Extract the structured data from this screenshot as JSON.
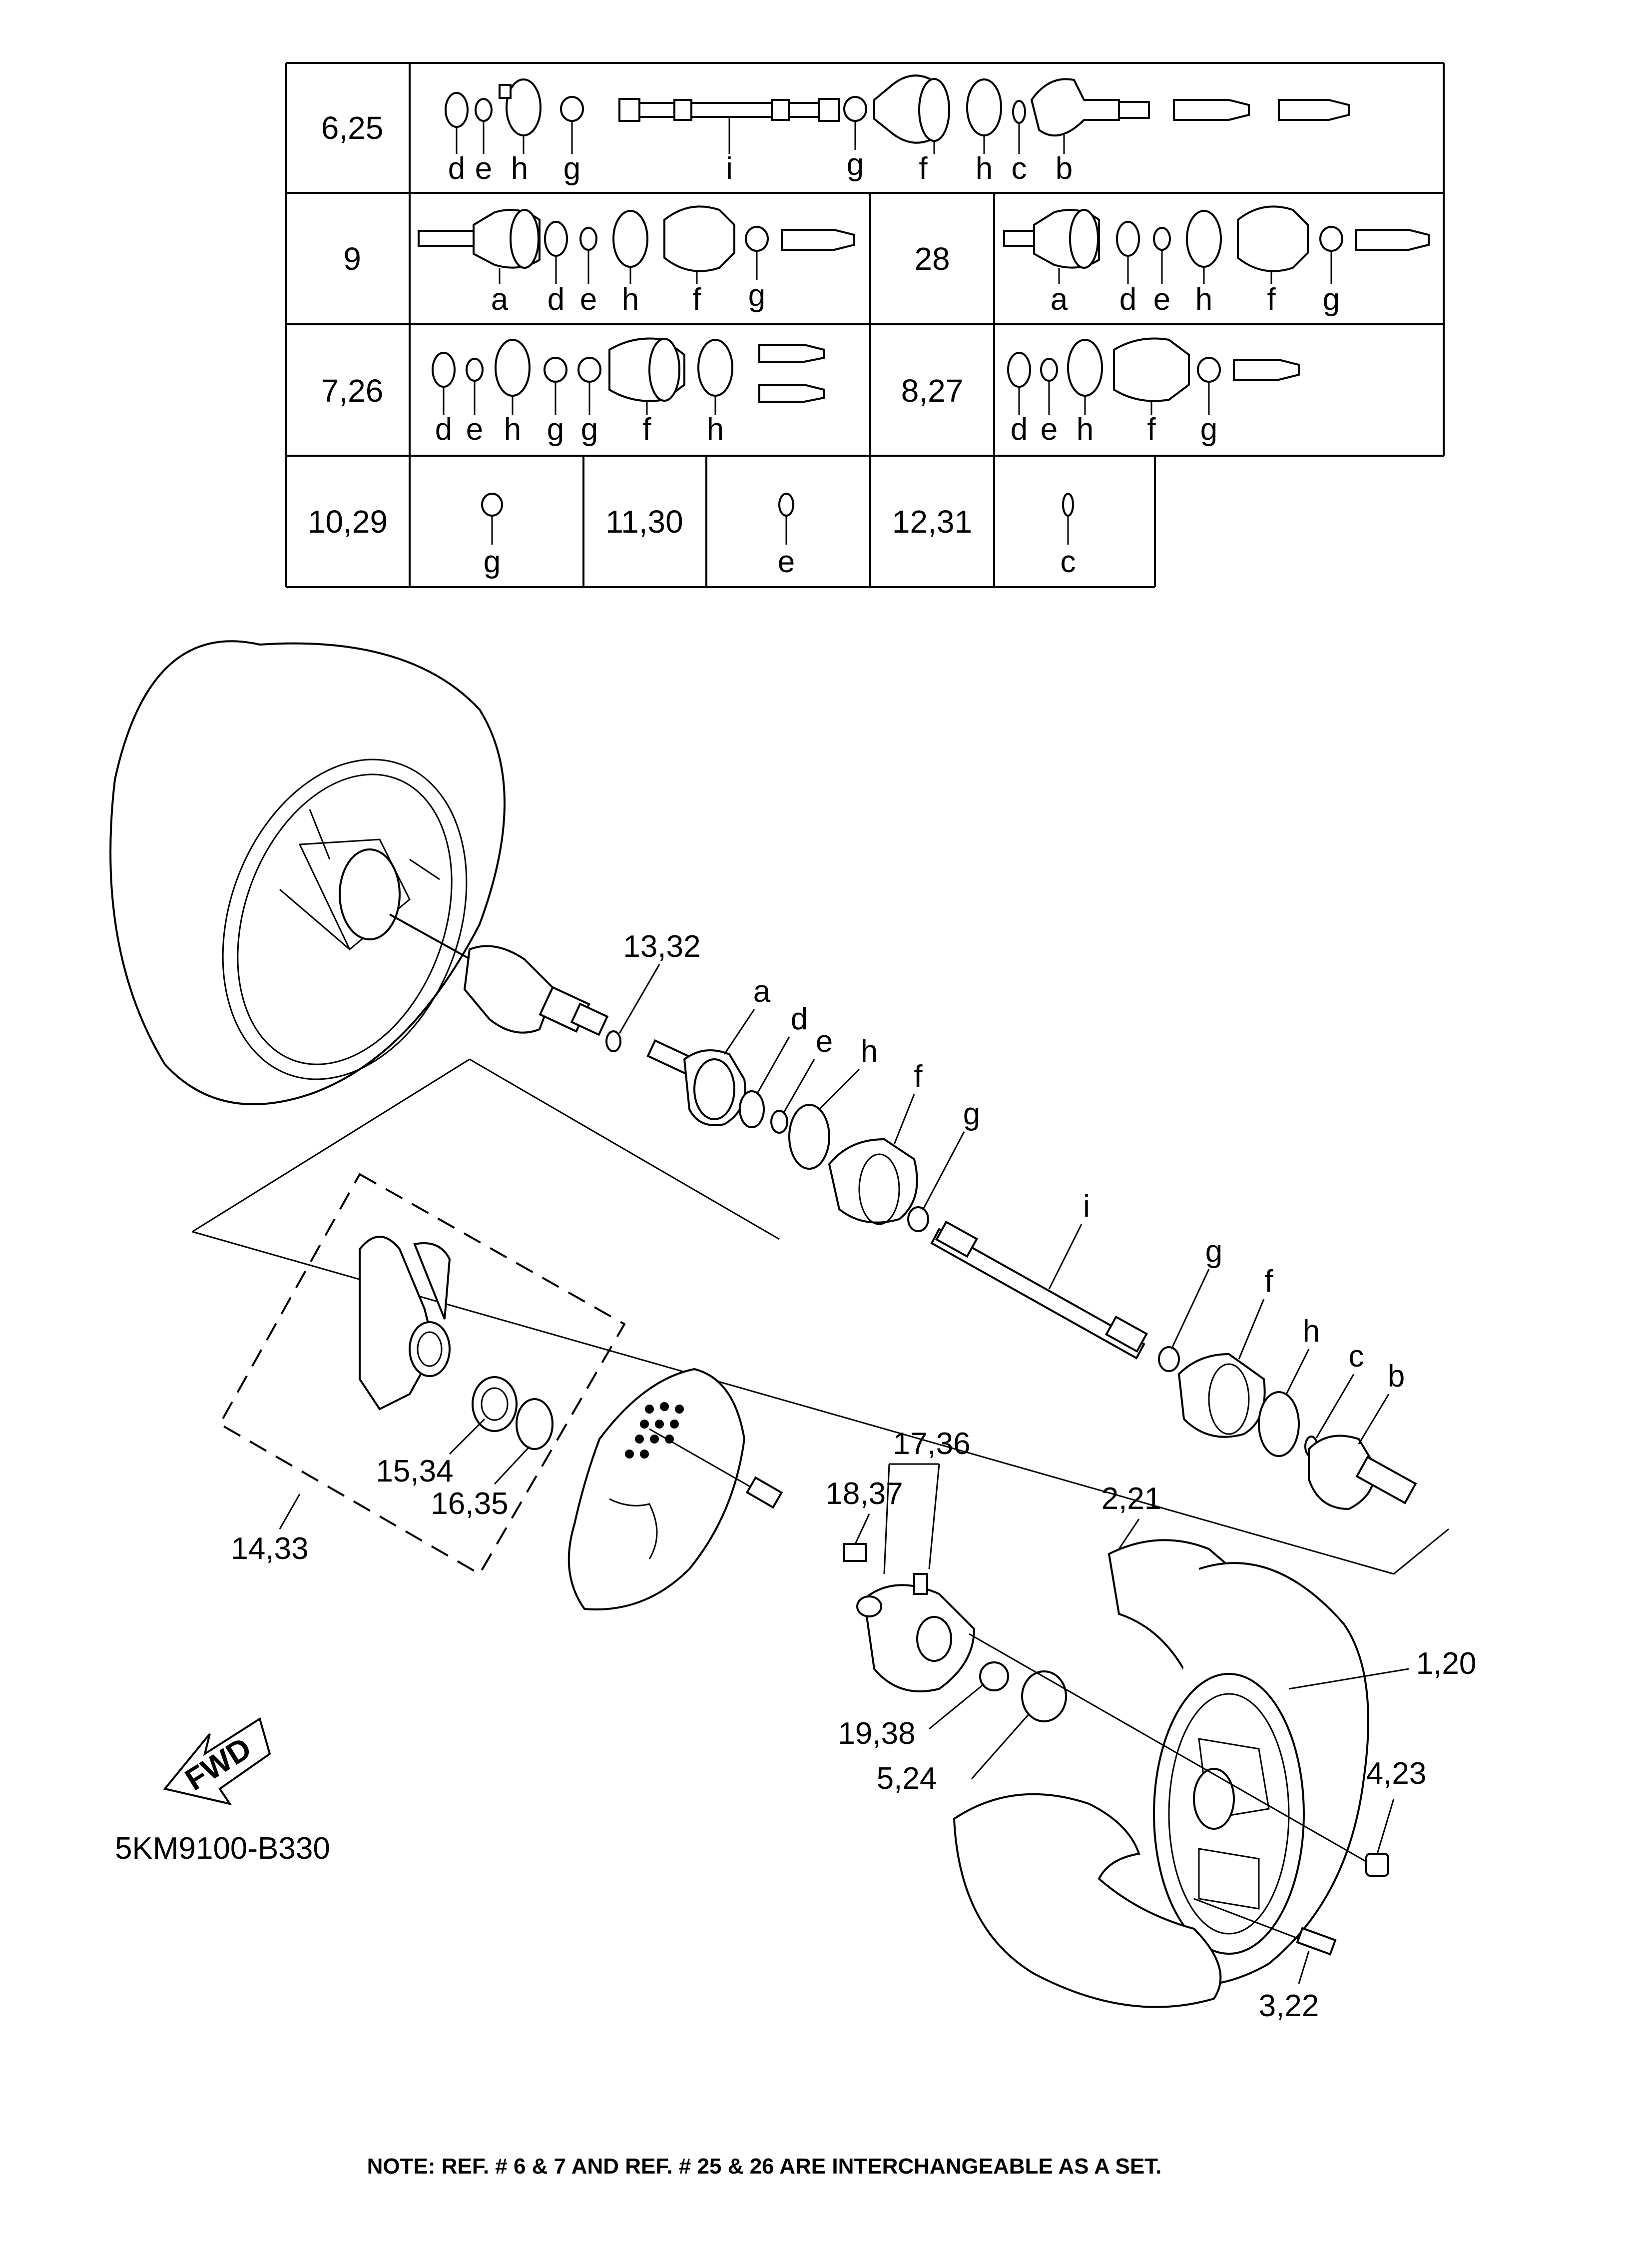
{
  "table": {
    "rows": [
      {
        "ref": "6,25",
        "letters": [
          "d",
          "e",
          "h",
          "g",
          "i",
          "g",
          "f",
          "h",
          "c",
          "b"
        ]
      },
      {
        "ref": "9",
        "letters": [
          "a",
          "d",
          "e",
          "h",
          "f",
          "g"
        ]
      },
      {
        "ref": "28",
        "letters": [
          "a",
          "d",
          "e",
          "h",
          "f",
          "g"
        ]
      },
      {
        "ref": "7,26",
        "letters": [
          "d",
          "e",
          "h",
          "g",
          "g",
          "f",
          "h"
        ]
      },
      {
        "ref": "8,27",
        "letters": [
          "d",
          "e",
          "h",
          "f",
          "g"
        ]
      },
      {
        "ref": "10,29",
        "letters": [
          "g"
        ]
      },
      {
        "ref": "11,30",
        "letters": [
          "e"
        ]
      },
      {
        "ref": "12,31",
        "letters": [
          "c"
        ]
      }
    ]
  },
  "callouts": {
    "ref_13_32": "13,32",
    "a": "a",
    "d": "d",
    "e": "e",
    "h": "h",
    "f": "f",
    "g": "g",
    "i": "i",
    "g2": "g",
    "f2": "f",
    "h2": "h",
    "c": "c",
    "b": "b",
    "ref_17_36": "17,36",
    "ref_18_37": "18,37",
    "ref_2_21": "2,21",
    "ref_1_20": "1,20",
    "ref_19_38": "19,38",
    "ref_5_24": "5,24",
    "ref_4_23": "4,23",
    "ref_3_22": "3,22",
    "ref_15_34": "15,34",
    "ref_16_35": "16,35",
    "ref_14_33": "14,33"
  },
  "fwd_label": "FWD",
  "diagram_code": "5KM9100-B330",
  "note": "NOTE: REF. # 6 & 7 AND REF. # 25 & 26 ARE INTERCHANGEABLE AS A SET."
}
